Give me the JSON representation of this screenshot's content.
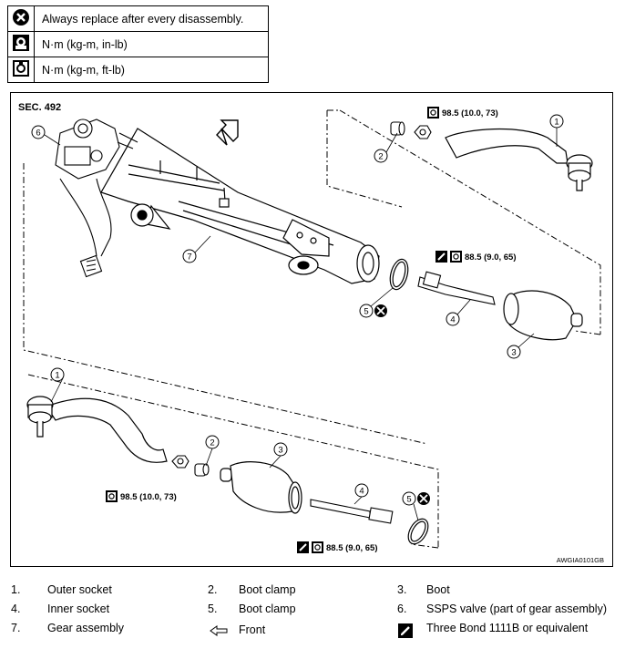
{
  "legend": {
    "rows": [
      {
        "icon": "replace-x-icon",
        "text": "Always replace after every disassembly."
      },
      {
        "icon": "torque-wrench-inlb-icon",
        "text": "N·m (kg-m, in-lb)"
      },
      {
        "icon": "torque-wrench-ftlb-icon",
        "text": "N·m (kg-m, ft-lb)"
      }
    ]
  },
  "diagram": {
    "section": "SEC. 492",
    "code": "AWGIA0101GB",
    "torque_top_outer": "98.5 (10.0, 73)",
    "torque_top_inner": "88.5 (9.0, 65)",
    "torque_bottom_outer": "98.5 (10.0, 73)",
    "torque_bottom_inner": "88.5 (9.0, 65)",
    "callouts": {
      "c1a": "1",
      "c2a": "2",
      "c6": "6",
      "c7": "7",
      "c5a": "5",
      "c4a": "4",
      "c3a": "3",
      "c1b": "1",
      "c2b": "2",
      "c3b": "3",
      "c4b": "4",
      "c5b": "5"
    }
  },
  "parts": [
    {
      "num": "1.",
      "name": "Outer socket"
    },
    {
      "num": "2.",
      "name": "Boot clamp"
    },
    {
      "num": "3.",
      "name": "Boot"
    },
    {
      "num": "4.",
      "name": "Inner socket"
    },
    {
      "num": "5.",
      "name": "Boot clamp"
    },
    {
      "num": "6.",
      "name": "SSPS valve (part of gear assembly)"
    },
    {
      "num": "7.",
      "name": "Gear assembly"
    },
    {
      "num": "",
      "name": "Front",
      "icon": "front-arrow-icon"
    },
    {
      "num": "",
      "name": "Three Bond 1111B or equivalent",
      "icon": "sealant-icon"
    }
  ]
}
